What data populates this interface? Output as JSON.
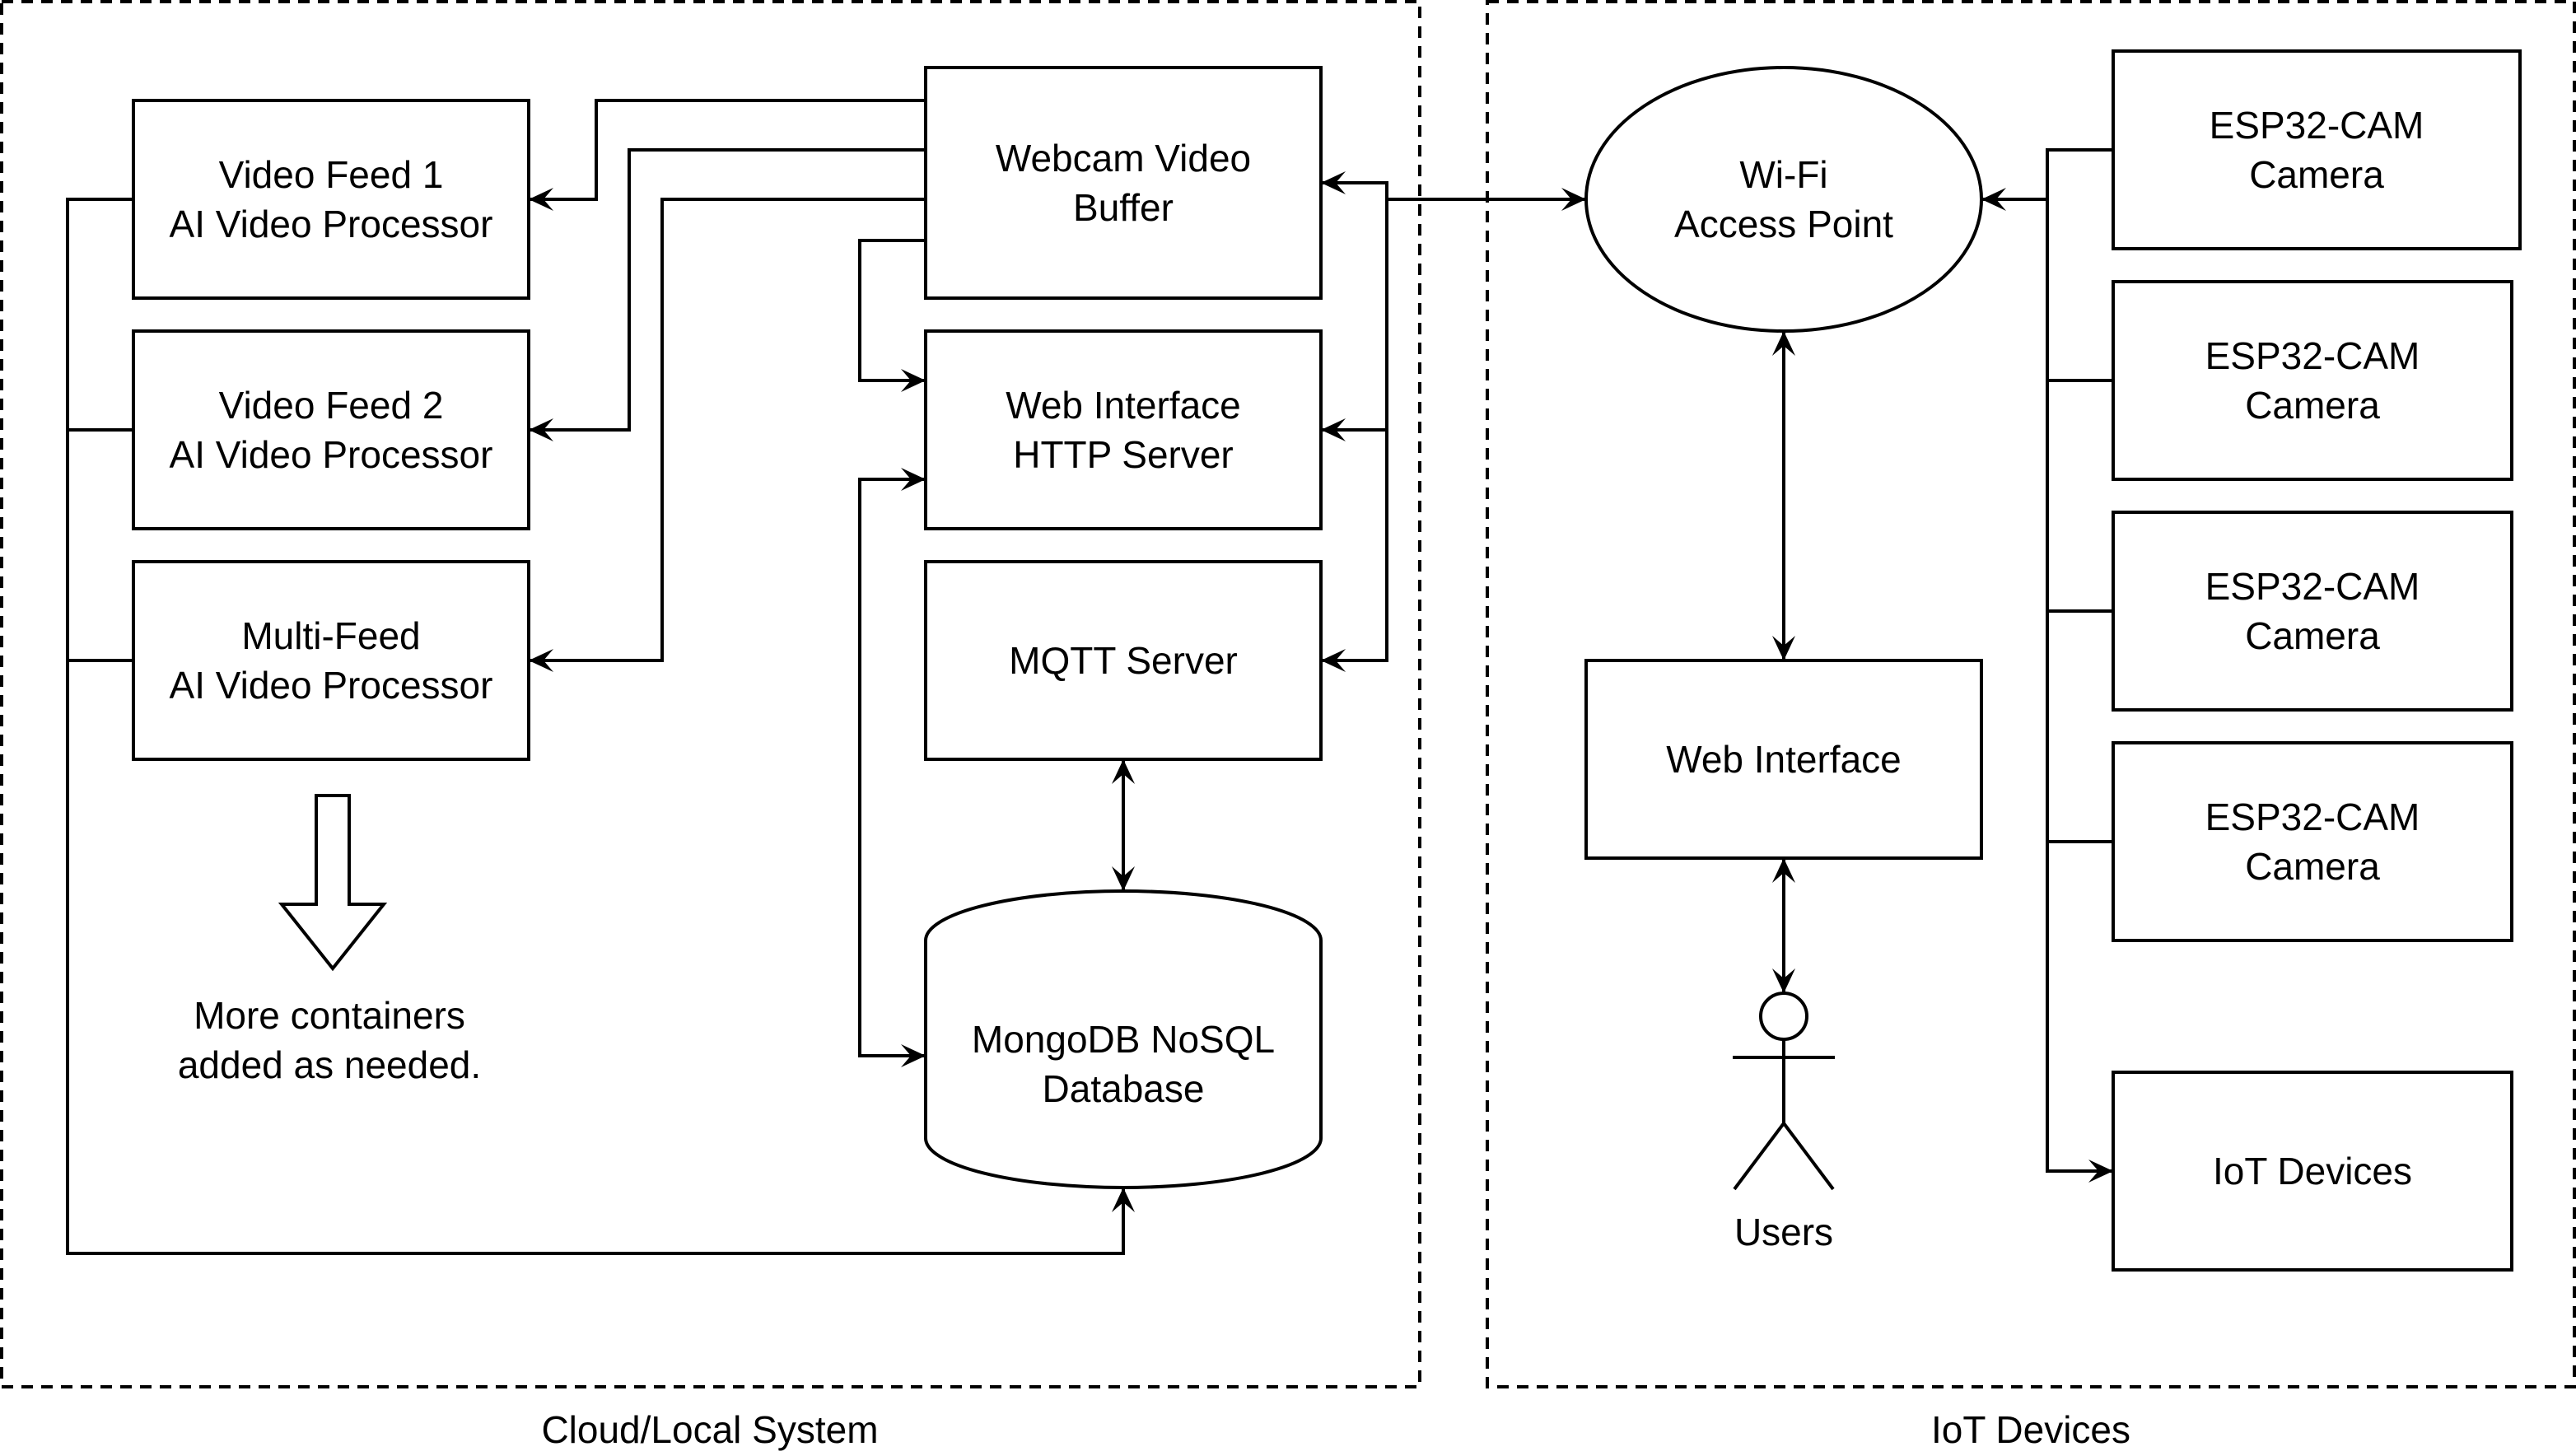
{
  "groups": {
    "cloud": "Cloud/Local System",
    "iot": "IoT Devices"
  },
  "nodes": {
    "feed1": [
      "Video Feed 1",
      "AI Video Processor"
    ],
    "feed2": [
      "Video Feed 2",
      "AI Video Processor"
    ],
    "multi": [
      "Multi-Feed",
      "AI Video Processor"
    ],
    "buffer": [
      "Webcam Video",
      "Buffer"
    ],
    "http": [
      "Web Interface",
      "HTTP Server"
    ],
    "mqtt": [
      "MQTT Server"
    ],
    "mongo": [
      "MongoDB NoSQL",
      "Database"
    ],
    "wifi": [
      "Wi-Fi",
      "Access Point"
    ],
    "webui": [
      "Web Interface"
    ],
    "cam1": [
      "ESP32-CAM",
      "Camera"
    ],
    "cam2": [
      "ESP32-CAM",
      "Camera"
    ],
    "cam3": [
      "ESP32-CAM",
      "Camera"
    ],
    "cam4": [
      "ESP32-CAM",
      "Camera"
    ],
    "iotdev": [
      "IoT Devices"
    ]
  },
  "note": [
    "More containers",
    "added as needed."
  ],
  "actor": "Users"
}
